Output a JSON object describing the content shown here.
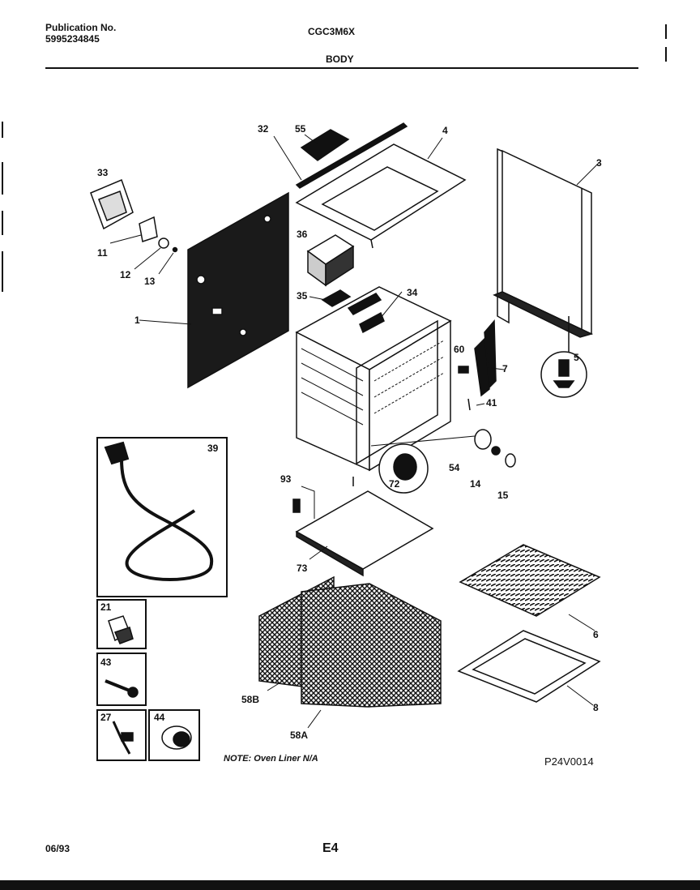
{
  "header": {
    "publication_label": "Publication No.",
    "publication_number": "5995234845",
    "model": "CGC3M6X",
    "section": "BODY"
  },
  "parts": {
    "p1": "1",
    "p3": "3",
    "p4": "4",
    "p5": "5",
    "p6": "6",
    "p7": "7",
    "p8": "8",
    "p11": "11",
    "p12": "12",
    "p13": "13",
    "p14": "14",
    "p15": "15",
    "p21": "21",
    "p27": "27",
    "p32": "32",
    "p33": "33",
    "p34": "34",
    "p35": "35",
    "p36": "36",
    "p39": "39",
    "p41": "41",
    "p43": "43",
    "p44": "44",
    "p54": "54",
    "p55": "55",
    "p58a": "58A",
    "p58b": "58B",
    "p60": "60",
    "p72": "72",
    "p73": "73",
    "p93": "93"
  },
  "footer": {
    "note": "NOTE: Oven Liner N/A",
    "drawing_code": "P24V0014",
    "date": "06/93",
    "page": "E4"
  }
}
